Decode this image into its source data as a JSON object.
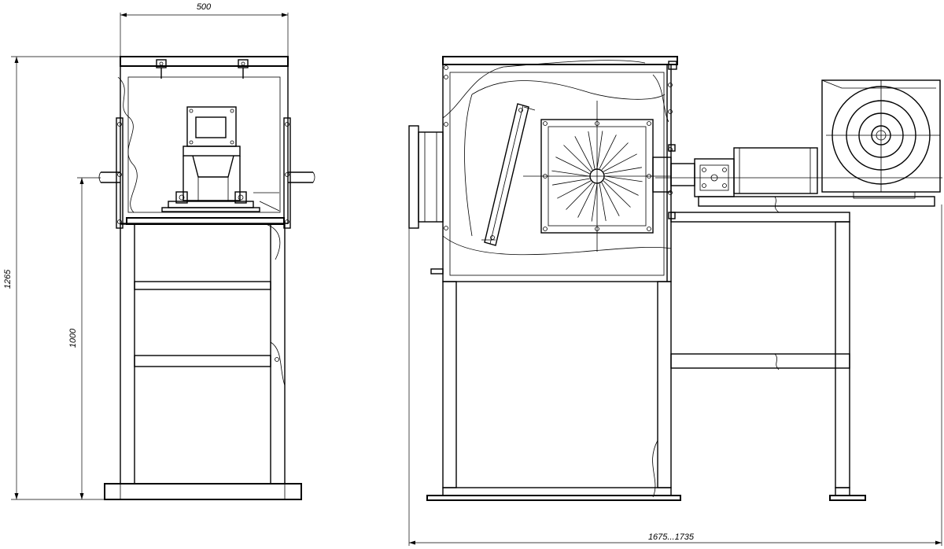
{
  "dimensions": {
    "width_top": "500",
    "total_height": "1265",
    "base_height": "1000",
    "total_length": "1675...1735"
  },
  "colors": {
    "line": "#000000",
    "background": "#ffffff"
  }
}
